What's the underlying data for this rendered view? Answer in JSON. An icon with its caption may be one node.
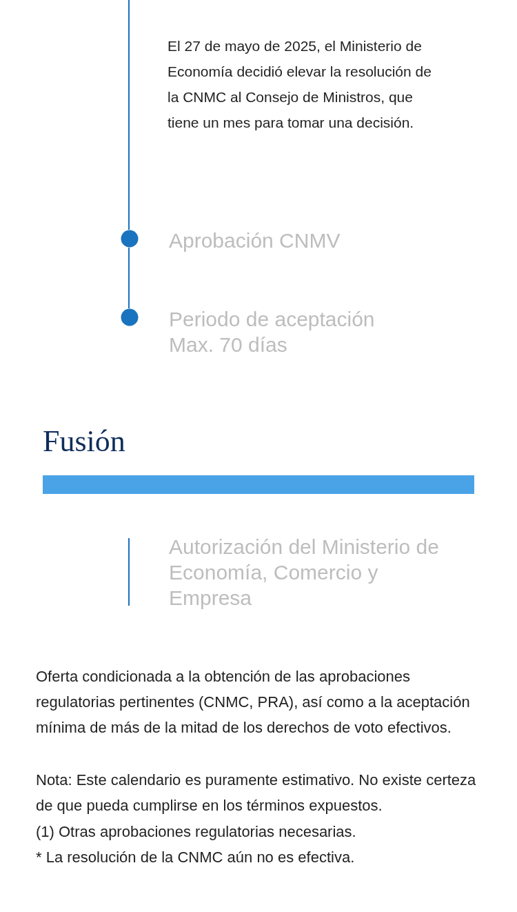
{
  "diagram": {
    "nodes": [
      {
        "text": [
          "Aprobación CNMV"
        ]
      },
      {
        "text": [
          "Periodo de aceptación Max. 70 días"
        ]
      },
      {
        "text": [],
        "shape": "bar"
      }
    ],
    "edges": [
      {
        "from": null,
        "to": 0,
        "arrow": "none"
      },
      {
        "from": 0,
        "to": 1,
        "arrow": "none"
      }
    ],
    "labels": [
      "El 27 de mayo de 2025, el Ministerio de Economía decidió elevar la resolución de la CNMC al Consejo de Ministros, que tiene un mes para tomar una decisión.",
      "Fusión",
      "Autorización del Ministerio de Economía, Comercio y Empresa",
      "Oferta condicionada a la obtención de las aprobaciones regulatorias pertinentes (CNMC, PRA), así como a la aceptación mínima de más de la mitad de los derechos de voto efectivos.",
      "Nota: Este calendario es puramente estimativo. No existe certeza de que pueda cumplirse en los términos expuestos.",
      "(1) Otras aprobaciones regulatorias necesarias.",
      "* La resolución de la CNMC aún no es efectiva."
    ]
  }
}
